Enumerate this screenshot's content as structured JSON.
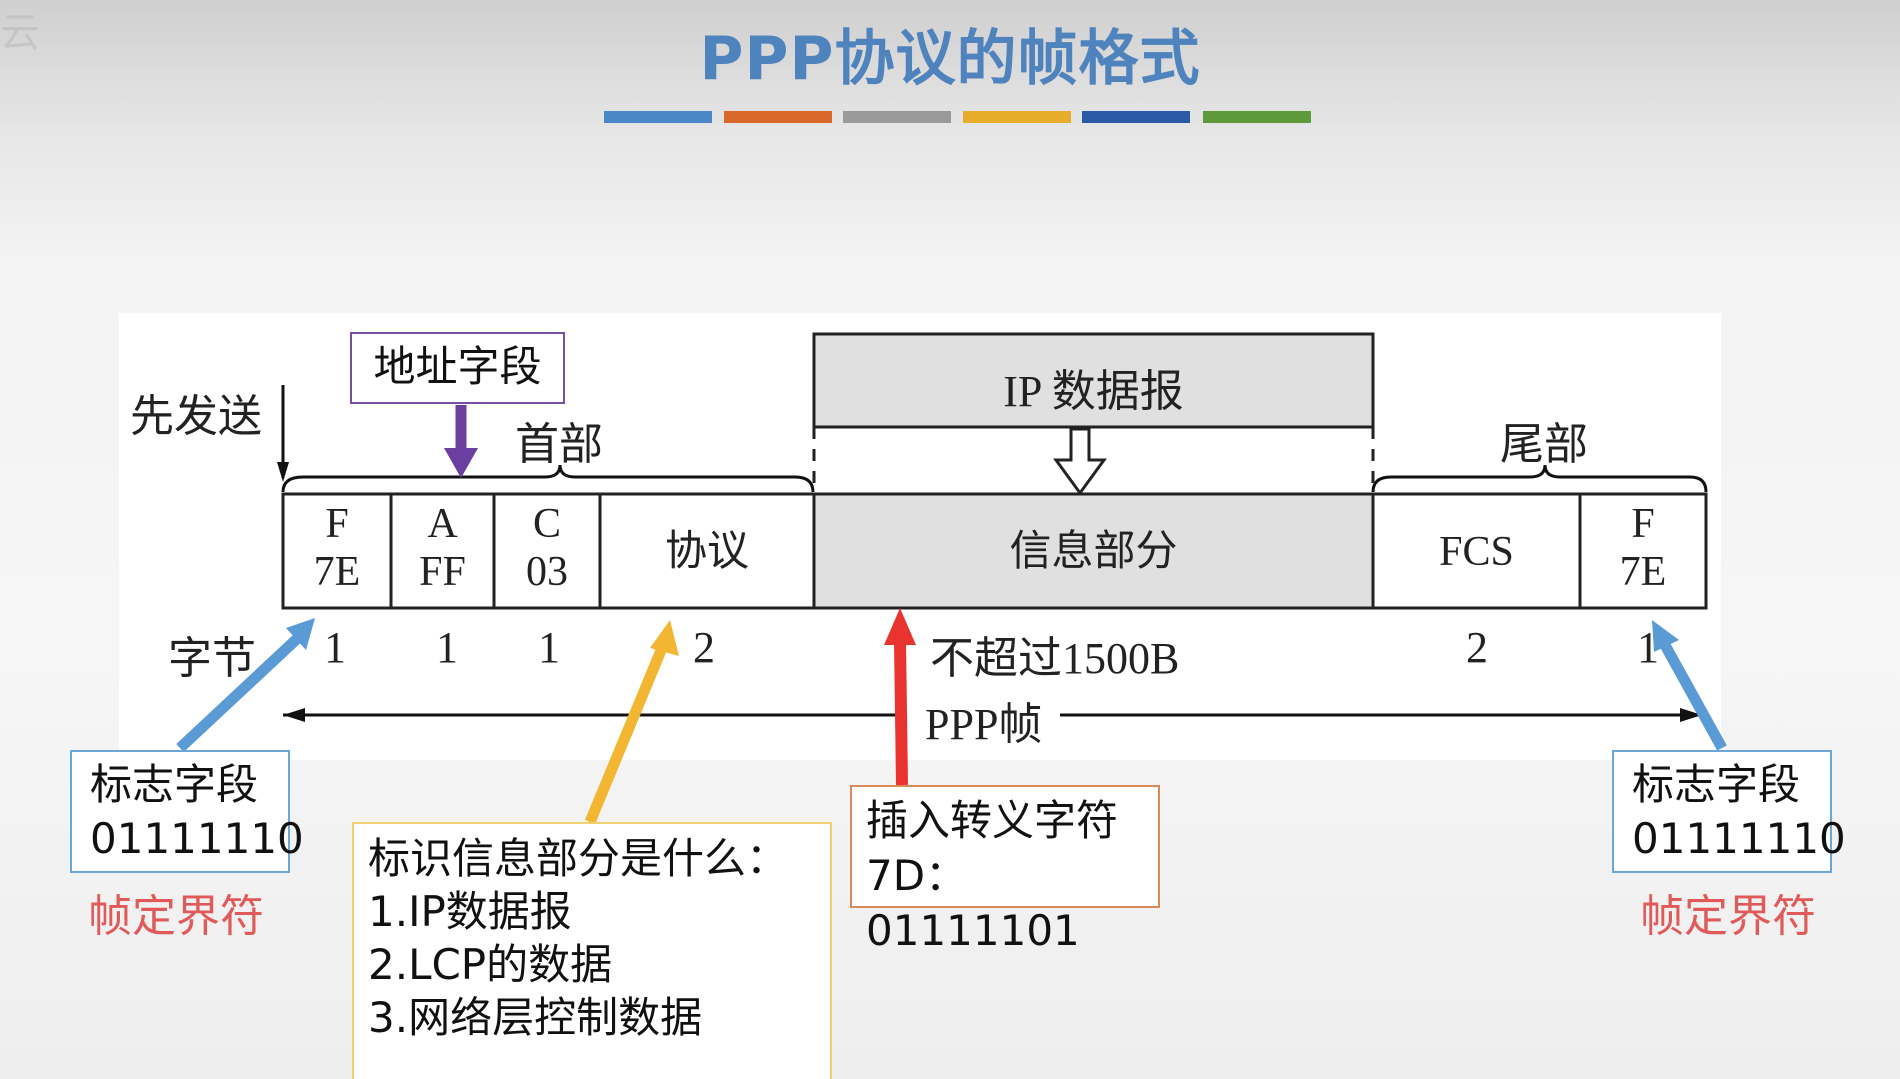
{
  "slide_title": "PPP协议的帧格式",
  "color_bars": [
    "#4a87c6",
    "#d8692a",
    "#9a9a9a",
    "#e6ad2a",
    "#2d5aa6",
    "#5f9a3a"
  ],
  "labels": {
    "send_first": "先发送",
    "header": "首部",
    "trailer": "尾部",
    "bytes": "字节",
    "ip_datagram": "IP 数据报",
    "ppp_frame": "PPP帧"
  },
  "fields": [
    {
      "line1": "F",
      "line2": "7E",
      "bytes": "1"
    },
    {
      "line1": "A",
      "line2": "FF",
      "bytes": "1"
    },
    {
      "line1": "C",
      "line2": "03",
      "bytes": "1"
    },
    {
      "line1": "协议",
      "line2": "",
      "bytes": "2"
    },
    {
      "line1": "信息部分",
      "line2": "",
      "bytes": "不超过1500B"
    },
    {
      "line1": "FCS",
      "line2": "",
      "bytes": "2"
    },
    {
      "line1": "F",
      "line2": "7E",
      "bytes": "1"
    }
  ],
  "annotations": {
    "address_field": "地址字段",
    "flag_left": {
      "title": "标志字段",
      "value": "01111110",
      "caption": "帧定界符"
    },
    "flag_right": {
      "title": "标志字段",
      "value": "01111110",
      "caption": "帧定界符"
    },
    "protocol_note": {
      "title": "标识信息部分是什么：",
      "items": [
        "1.IP数据报",
        "2.LCP的数据",
        "3.网络层控制数据",
        "……"
      ]
    },
    "escape_note": {
      "title": "插入转义字符",
      "value": "7D：01111101"
    }
  },
  "colors": {
    "title": "#4f83bd",
    "arrow_blue": "#5b9bd5",
    "arrow_purple": "#6a3fa0",
    "arrow_yellow": "#f2b632",
    "arrow_red": "#e8332f",
    "caption_red": "#e05a5a",
    "gray_fill": "#e0e0e0"
  }
}
